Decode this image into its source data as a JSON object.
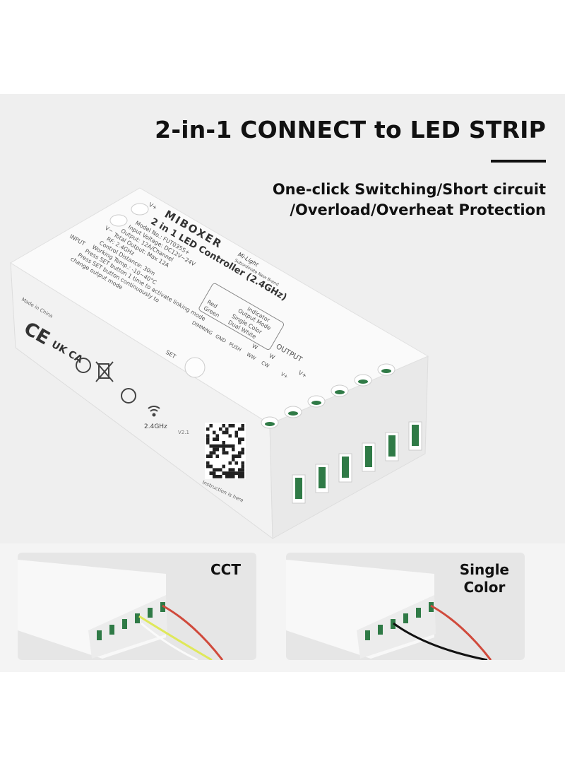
{
  "headline": "2-in-1 CONNECT to LED STRIP",
  "subtitle": [
    "One-click Switching/Short circuit",
    "/Overload/Overheat Protection"
  ],
  "device": {
    "brand": "MIBOXER",
    "sub_brand": "Mi-Light",
    "sub_brand_tag": "Subordinate New Brand",
    "product": "2 in 1 LED Controller (2.4GHz)",
    "specs": [
      "Model No.: FUT035S+",
      "Input Voltage: DC12V~24V",
      "Output: 12A/Channel",
      "Total Output: Max 12A",
      "RF: 2.4GHz",
      "Control Distance: 30m",
      "Working Temp.: -10~40°C",
      "Press SET button 1 time to activate linking mode",
      "Press SET button continuously to",
      "change output mode"
    ],
    "indicator_header": [
      "Indicator",
      "Output Mode"
    ],
    "indicator_rows": [
      [
        "Red",
        "Single Color"
      ],
      [
        "Green",
        "Dual White"
      ]
    ],
    "input_label": "INPUT",
    "vplus": "V+",
    "vminus": "V−",
    "set_label": "SET",
    "made_in": "Made in China",
    "marks": [
      "CE",
      "UK CA"
    ],
    "freq": "2.4GHz",
    "version": "V2.1",
    "qr_caption": "Instruction is here",
    "output_header": "OUTPUT",
    "terminal_labels_top": [
      "W",
      "W",
      "V+"
    ],
    "terminal_labels_bottom": [
      "DIMMING",
      "GND",
      "PUSH",
      "WW",
      "CW",
      "V+"
    ]
  },
  "cards": [
    {
      "label": "CCT",
      "wires": [
        "#f4f4f4",
        "#dfe85a",
        "#d04a3c"
      ]
    },
    {
      "label_lines": [
        "Single",
        "Color"
      ],
      "wires": [
        "#111111",
        "#d04a3c"
      ]
    }
  ],
  "colors": {
    "terminal_green": "#2f7a46",
    "device_white": "#fafafa"
  }
}
